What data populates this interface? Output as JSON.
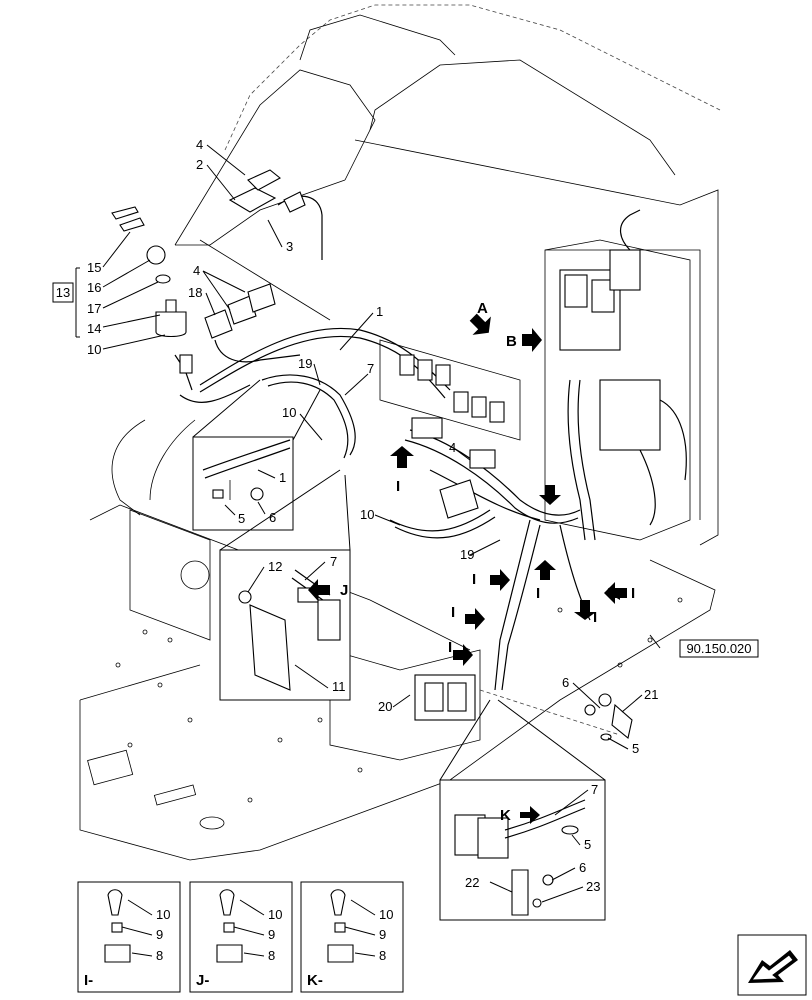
{
  "callouts": {
    "c13": "13",
    "c15": "15",
    "c16": "16",
    "c17": "17",
    "c14": "14",
    "c10a": "10",
    "c4a": "4",
    "c2": "2",
    "c3": "3",
    "c4b": "4",
    "c18": "18",
    "c1": "1",
    "c19a": "19",
    "c7a": "7",
    "c10b": "10",
    "c1b": "1",
    "c5a": "5",
    "c6a": "6",
    "c12": "12",
    "c7b": "7",
    "c11": "11",
    "c4c": "4",
    "c10c": "10",
    "c19b": "19",
    "c20": "20",
    "c6b": "6",
    "c21": "21",
    "c5b": "5",
    "c7c": "7",
    "c5c": "5",
    "c6c": "6",
    "c22": "22",
    "c23": "23",
    "d1_10": "10",
    "d1_9": "9",
    "d1_8": "8",
    "d2_10": "10",
    "d2_9": "9",
    "d2_8": "8",
    "d3_10": "10",
    "d3_9": "9",
    "d3_8": "8"
  },
  "view_letters": {
    "A": "A",
    "B": "B",
    "J": "J",
    "K": "K",
    "I1": "I",
    "I2": "I",
    "I3": "I",
    "I4": "I",
    "I5": "I",
    "I6": "I",
    "I7": "I"
  },
  "detail_labels": {
    "d1": "I-",
    "d2": "J-",
    "d3": "K-"
  },
  "reference": {
    "part_ref": "90.150.020"
  },
  "icons": {
    "nav": "view-direction-arrow-icon"
  }
}
